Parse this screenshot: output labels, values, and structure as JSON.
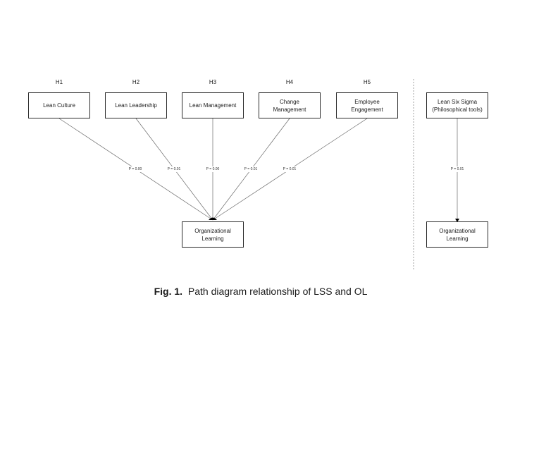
{
  "hypotheses": [
    "H1",
    "H2",
    "H3",
    "H4",
    "H5"
  ],
  "constructs": [
    "Lean Culture",
    "Lean Leadership",
    "Lean Management",
    "Change\nManagement",
    "Employee\nEngagement"
  ],
  "outcome_left": "Organizational\nLearning",
  "path_labels": [
    "P = 0.00",
    "P = 0.01",
    "P = 0.00",
    "P = 0.01",
    "P = 0.01"
  ],
  "right_panel": {
    "source": "Lean Six Sigma\n(Philosophical tools)",
    "path_label": "P = 0.01",
    "target": "Organizational\nLearning"
  },
  "caption": {
    "figure_number": "Fig. 1.",
    "text": "Path diagram relationship of LSS and OL"
  }
}
